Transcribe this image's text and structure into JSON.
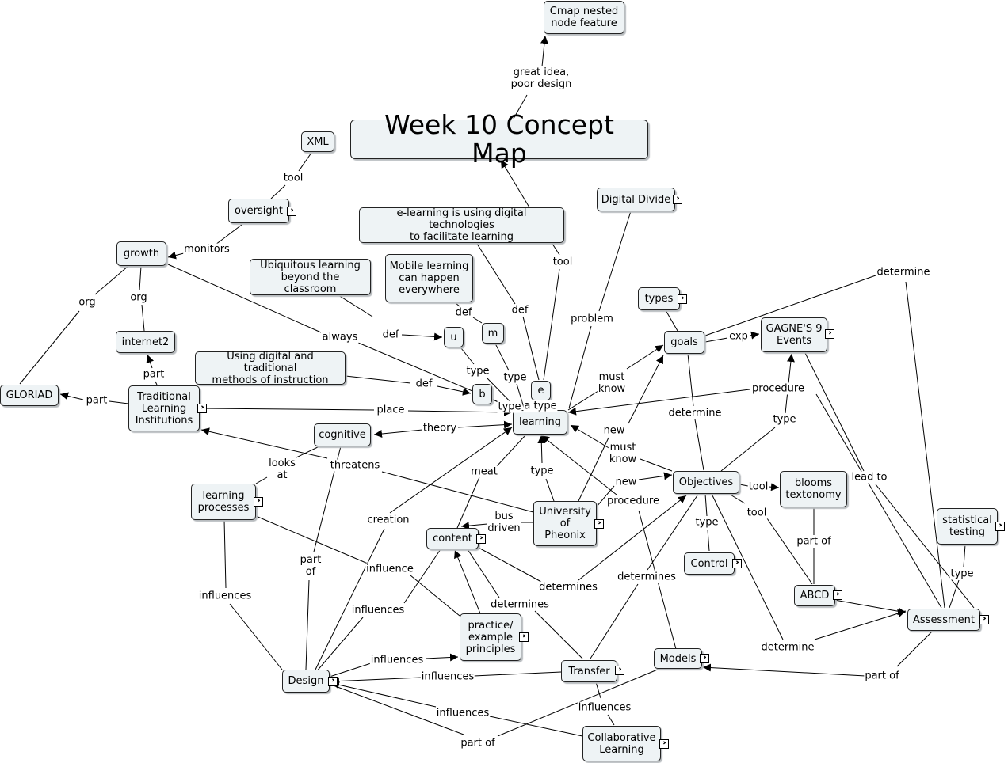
{
  "title": "Week 10 Concept Map",
  "nodes": {
    "nested": "Cmap nested\nnode feature",
    "title": "Week 10 Concept Map",
    "xml": "XML",
    "oversight": "oversight",
    "growth": "growth",
    "internet2": "internet2",
    "gloriad": "GLORIAD",
    "tli": "Traditional\nLearning\nInstitutions",
    "elearn_def": "e-learning is using digital technologies\nto facilitate learning",
    "digital_divide": "Digital Divide",
    "ubiq": "Ubiquitous learning\nbeyond the classroom",
    "mobile": "Mobile learning\ncan happen\neverywhere",
    "u": "u",
    "m": "m",
    "e": "e",
    "b": "b",
    "blended": "Using digital and traditional\nmethods of instruction",
    "learning": "learning",
    "cognitive": "cognitive",
    "learning_processes": "learning\nprocesses",
    "types": "types",
    "goals": "goals",
    "gagne": "GAGNE'S 9\nEvents",
    "objectives": "Objectives",
    "blooms": "blooms\ntextonomy",
    "control": "Control",
    "abcd": "ABCD",
    "statistical": "statistical\ntesting",
    "assessment": "Assessment",
    "uop": "University\nof\nPheonix",
    "content": "content",
    "practice": "practice/\nexample\nprinciples",
    "transfer": "Transfer",
    "models": "Models",
    "design": "Design",
    "collab": "Collaborative\nLearning"
  },
  "labels": {
    "great_idea": "great idea,\npoor design",
    "tool_xml": "tool",
    "monitors": "monitors",
    "org_gloriad": "org",
    "org_internet2": "org",
    "part_internet2": "part",
    "part_gloriad": "part",
    "tool_elearn": "tool",
    "def_elearn": "def",
    "problem": "problem",
    "always": "always",
    "def_u": "def",
    "def_m": "def",
    "def_b": "def",
    "type_u": "type",
    "type_m": "type",
    "type_b": "type",
    "a_type": "a type",
    "place": "place",
    "theory": "theory",
    "threatens": "threatens",
    "looks_at": "looks\nat",
    "must_know_goals": "must\nknow",
    "new_goals": "new",
    "procedure_top": "procedure",
    "exp": "exp",
    "determine_goals": "determine",
    "determine_top": "determine",
    "type_gagne": "type",
    "must_know_obj": "must\nknow",
    "new_obj": "new",
    "tool_blooms": "tool",
    "tool_abcd": "tool",
    "type_control": "type",
    "part_of_abcd": "part of",
    "lead_to": "lead to",
    "type_stat": "type",
    "determine_assess": "determine",
    "part_of_models": "part of",
    "type_uop": "type",
    "meat": "meat",
    "bus_driven": "bus\ndriven",
    "procedure_models": "procedure",
    "creation": "creation",
    "part_of_design": "part\nof",
    "influence": "influence",
    "influences_lp": "influences",
    "influences_content": "influences",
    "influences_practice": "influences",
    "influences_transfer": "influences",
    "influences_collab_design": "influences",
    "influences_collab": "influences",
    "determines_content": "determines",
    "determines_practice": "determines",
    "determines_transfer": "determines",
    "part_of_collab": "part of"
  }
}
